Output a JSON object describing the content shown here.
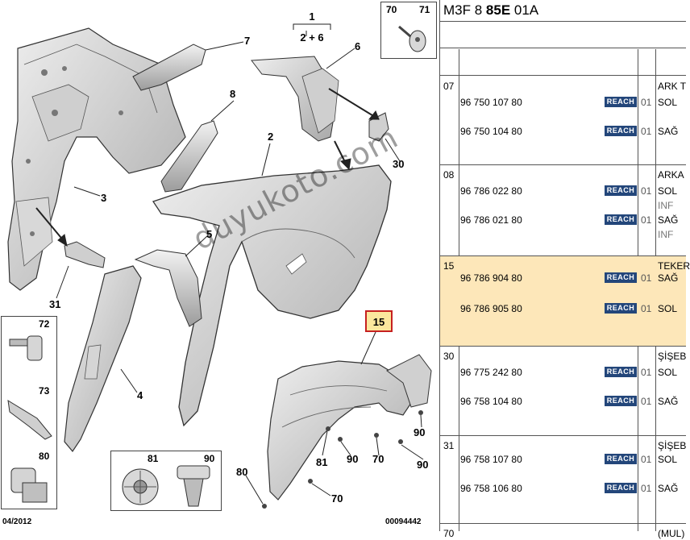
{
  "diagram": {
    "group_label_top": "1",
    "group_label_bottom": "2 + 6",
    "watermark": "duyukoto.com",
    "date": "04/2012",
    "drawing_id": "00094442",
    "callouts": {
      "c2": "2",
      "c3": "3",
      "c4": "4",
      "c5": "5",
      "c6": "6",
      "c7": "7",
      "c8": "8",
      "c15": "15",
      "c30": "30",
      "c31": "31",
      "c70a": "70",
      "c70b": "70",
      "c70c": "70",
      "c80": "80",
      "c81": "81",
      "c90a": "90",
      "c90b": "90",
      "c90c": "90"
    },
    "insets": {
      "top_right": [
        "70",
        "71"
      ],
      "left": [
        "72",
        "73",
        "80"
      ],
      "bottom": [
        "81",
        "90"
      ]
    }
  },
  "parts_table": {
    "title_prefix": "M3F 8 ",
    "title_bold": "85E",
    "title_suffix": " 01A",
    "reach_label": "REACH",
    "groups": [
      {
        "num": "07",
        "desc": "ARK T",
        "lines": [
          {
            "ref": "96 750 107 80",
            "qty": "01",
            "side": "SOL"
          },
          {
            "ref": "96 750 104 80",
            "qty": "01",
            "side": "SAĞ"
          }
        ]
      },
      {
        "num": "08",
        "desc": "ARKA",
        "lines": [
          {
            "ref": "96 786 022 80",
            "qty": "01",
            "side": "SOL",
            "note": "INF"
          },
          {
            "ref": "96 786 021 80",
            "qty": "01",
            "side": "SAĞ",
            "note": "INF"
          }
        ]
      },
      {
        "num": "15",
        "desc": "TEKER",
        "highlight": true,
        "lines": [
          {
            "ref": "96 786 904 80",
            "qty": "01",
            "side": "SAĞ"
          },
          {
            "ref": "96 786 905 80",
            "qty": "01",
            "side": "SOL"
          }
        ]
      },
      {
        "num": "30",
        "desc": "ŞİŞEB",
        "lines": [
          {
            "ref": "96 775 242 80",
            "qty": "01",
            "side": "SOL"
          },
          {
            "ref": "96 758 104 80",
            "qty": "01",
            "side": "SAĞ"
          }
        ]
      },
      {
        "num": "31",
        "desc": "ŞİŞEB",
        "lines": [
          {
            "ref": "96 758 107 80",
            "qty": "01",
            "side": "SOL"
          },
          {
            "ref": "96 758 106 80",
            "qty": "01",
            "side": "SAĞ"
          }
        ]
      },
      {
        "num": "70",
        "desc": "(MUL)",
        "lines": []
      }
    ]
  }
}
